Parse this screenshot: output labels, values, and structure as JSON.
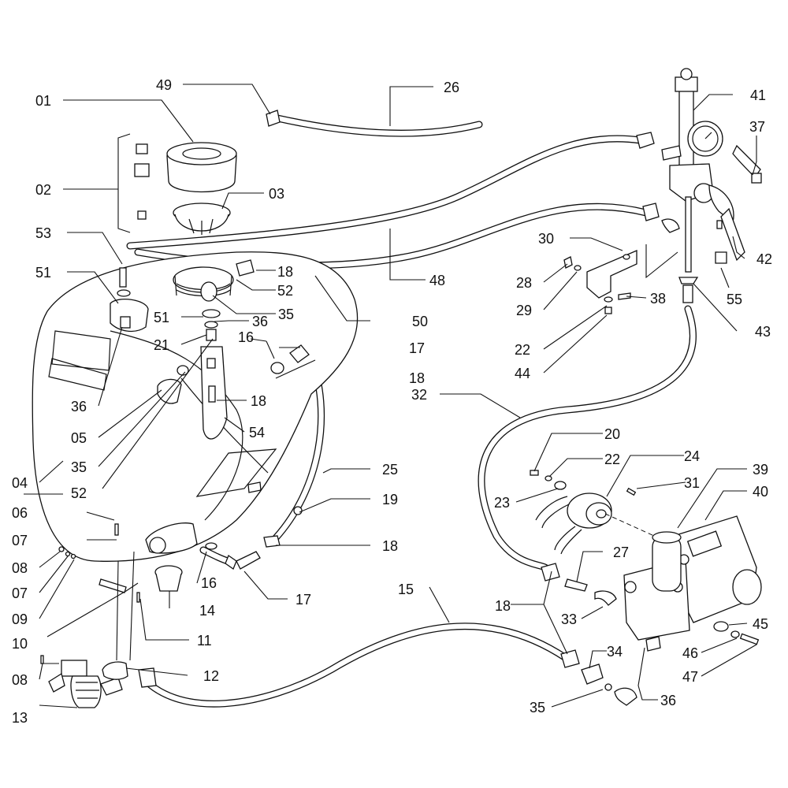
{
  "labels": {
    "l01": "01",
    "l02": "02",
    "l03": "03",
    "l04": "04",
    "l05": "05",
    "l06": "06",
    "l07a": "07",
    "l07b": "07",
    "l08a": "08",
    "l08b": "08",
    "l09": "09",
    "l10": "10",
    "l11": "11",
    "l12": "12",
    "l13": "13",
    "l14": "14",
    "l15": "15",
    "l16a": "16",
    "l16b": "16",
    "l17a": "17",
    "l17b": "17",
    "l18a": "18",
    "l18b": "18",
    "l18c": "18",
    "l18d": "18",
    "l18e": "18",
    "l19": "19",
    "l20": "20",
    "l21": "21",
    "l22a": "22",
    "l22b": "22",
    "l23": "23",
    "l24": "24",
    "l25": "25",
    "l26": "26",
    "l27": "27",
    "l28": "28",
    "l29": "29",
    "l30": "30",
    "l31": "31",
    "l32": "32",
    "l33": "33",
    "l34": "34",
    "l35a": "35",
    "l35b": "35",
    "l35c": "35",
    "l36a": "36",
    "l36b": "36",
    "l36c": "36",
    "l37": "37",
    "l38": "38",
    "l39": "39",
    "l40": "40",
    "l41": "41",
    "l42": "42",
    "l43": "43",
    "l44": "44",
    "l45": "45",
    "l46": "46",
    "l47": "47",
    "l48": "48",
    "l49": "49",
    "l50": "50",
    "l51a": "51",
    "l51b": "51",
    "l52a": "52",
    "l52b": "52",
    "l53": "53",
    "l54": "54",
    "l55": "55"
  }
}
